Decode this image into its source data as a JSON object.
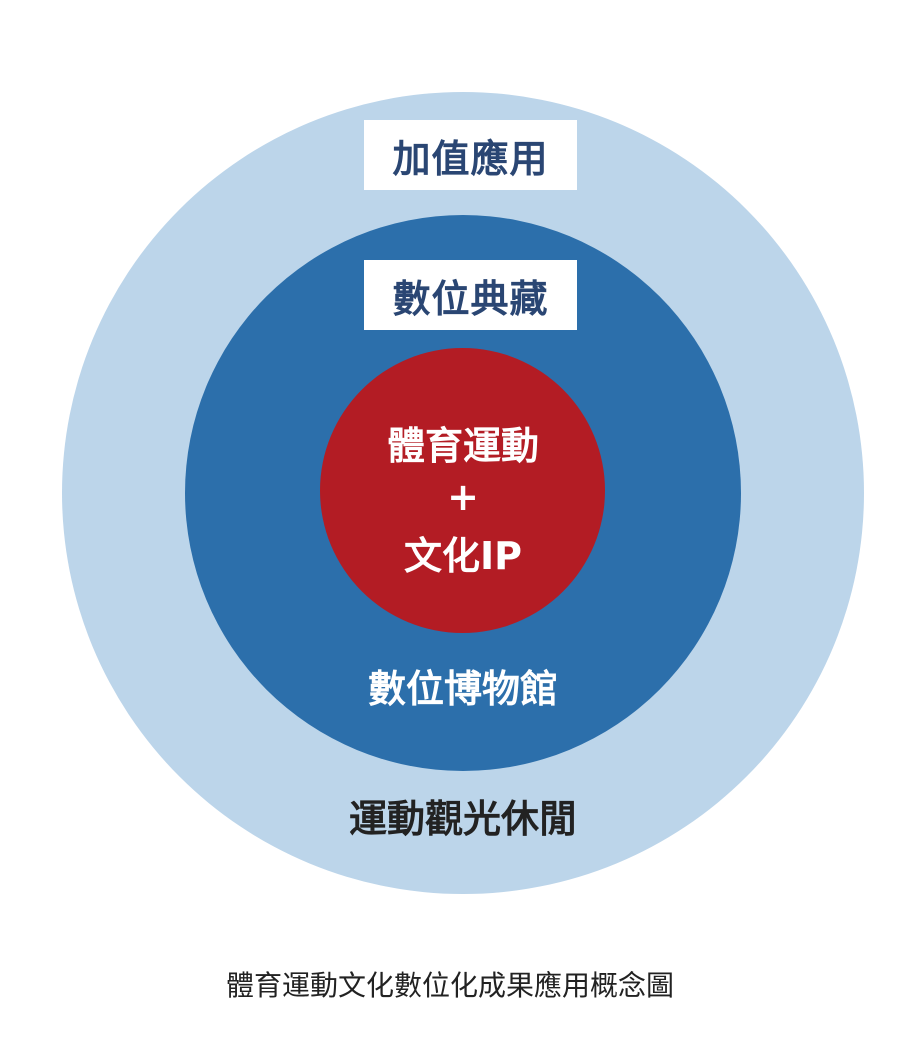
{
  "diagram": {
    "outer_ring": {
      "label": "加值應用",
      "bottom_label": "運動觀光休閒",
      "color": "#bcd5ea"
    },
    "middle_ring": {
      "label": "數位典藏",
      "bottom_label": "數位博物館",
      "color": "#2c6fab"
    },
    "core": {
      "line1": "體育運動",
      "line2": "+",
      "line3": "文化IP",
      "color": "#b31c24"
    }
  },
  "caption": "體育運動文化數位化成果應用概念圖"
}
